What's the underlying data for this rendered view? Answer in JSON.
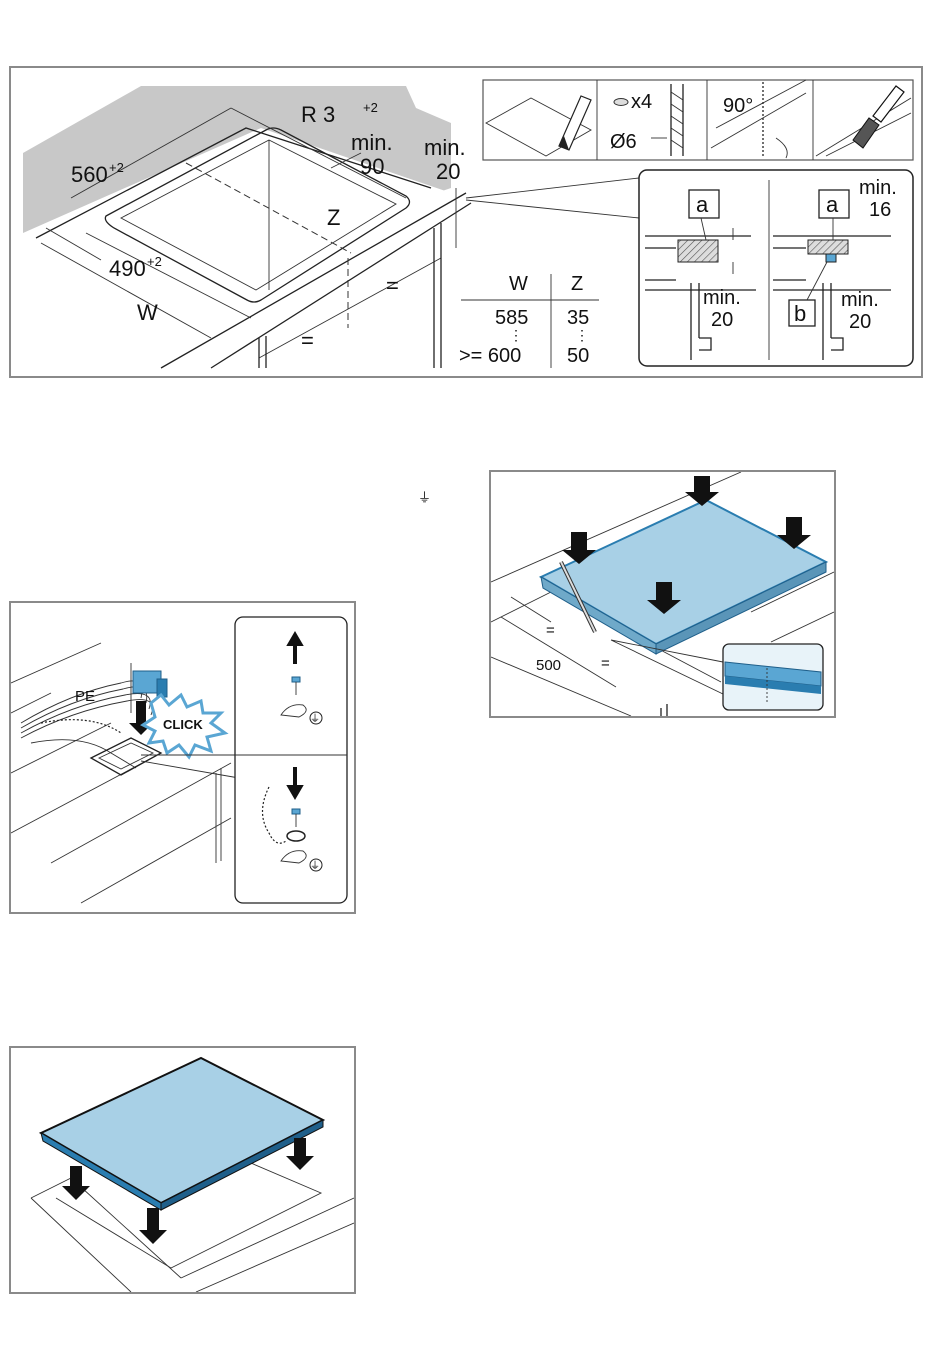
{
  "colors": {
    "glass": "#a8d0e6",
    "glass_edge": "#2a7db0",
    "worktop": "#c8c8c8",
    "connector": "#5aa6d3",
    "frame": "#8a8a8a"
  },
  "cutout_figure": {
    "radius_label": "R 3",
    "radius_sup": "+2",
    "depth_label": "560",
    "depth_sup": "+2",
    "width_label": "490",
    "width_sup": "+2",
    "w_label": "W",
    "z_label": "Z",
    "front_gap_min": "min.",
    "front_gap_val": "90",
    "edge_min": "min.",
    "edge_val": "20",
    "equal_sign": "=",
    "table": {
      "headers": [
        "W",
        "Z"
      ],
      "rows": [
        [
          "585",
          "35"
        ],
        [
          ">= 600",
          "50"
        ]
      ],
      "range_marker": "⋮"
    },
    "tools": {
      "screw_count": "x4",
      "drill_diameter": "Ø6",
      "angle": "90°"
    },
    "detail": {
      "label_a": "a",
      "label_b": "b",
      "min_label": "min.",
      "val_20": "20",
      "val_16": "16"
    }
  },
  "earth_symbol": "⏚",
  "press_figure": {
    "distance_label": "500",
    "equal_sign": "="
  },
  "connect_figure": {
    "pe_label": "PE",
    "click_label": "CLICK",
    "earth_symbol": "⏚"
  }
}
